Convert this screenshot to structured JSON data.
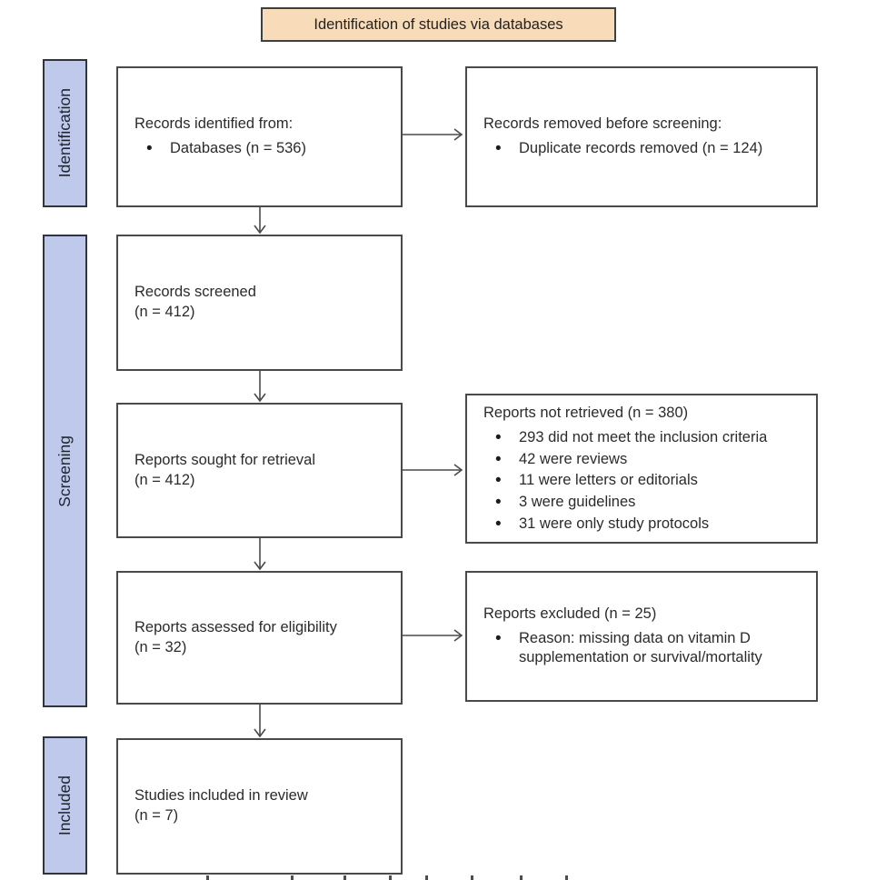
{
  "banner": {
    "label": "Identification of studies via databases"
  },
  "stages": [
    {
      "label": "Identification"
    },
    {
      "label": "Screening"
    },
    {
      "label": "Included"
    }
  ],
  "boxes": {
    "records_identified": {
      "title": "Records identified from:",
      "bullets": [
        "Databases (n = 536)"
      ]
    },
    "records_removed": {
      "title": "Records removed before screening:",
      "bullets": [
        "Duplicate records removed (n = 124)"
      ]
    },
    "records_screened": {
      "line1": "Records screened",
      "line2": "(n = 412)"
    },
    "reports_sought": {
      "line1": "Reports sought for retrieval",
      "line2": "(n = 412)"
    },
    "reports_not_retrieved": {
      "title": "Reports not retrieved (n = 380)",
      "bullets": [
        "293 did not meet the inclusion criteria",
        "42 were reviews",
        "11 were letters or editorials",
        "3 were guidelines",
        "31 were only study protocols"
      ]
    },
    "reports_assessed": {
      "line1": "Reports assessed for eligibility",
      "line2": "(n = 32)"
    },
    "reports_excluded": {
      "title": "Reports excluded (n = 25)",
      "bullets": [
        "Reason: missing data on vitamin D supplementation or survival/mortality"
      ]
    },
    "studies_included": {
      "line1": "Studies included in review",
      "line2": "(n = 7)"
    }
  },
  "colors": {
    "banner_fill": "#f8dcba",
    "stage_fill": "#bfc9ec",
    "box_border": "#4a4a4a",
    "arrow": "#4a4a4a",
    "text": "#2b2b2b"
  }
}
